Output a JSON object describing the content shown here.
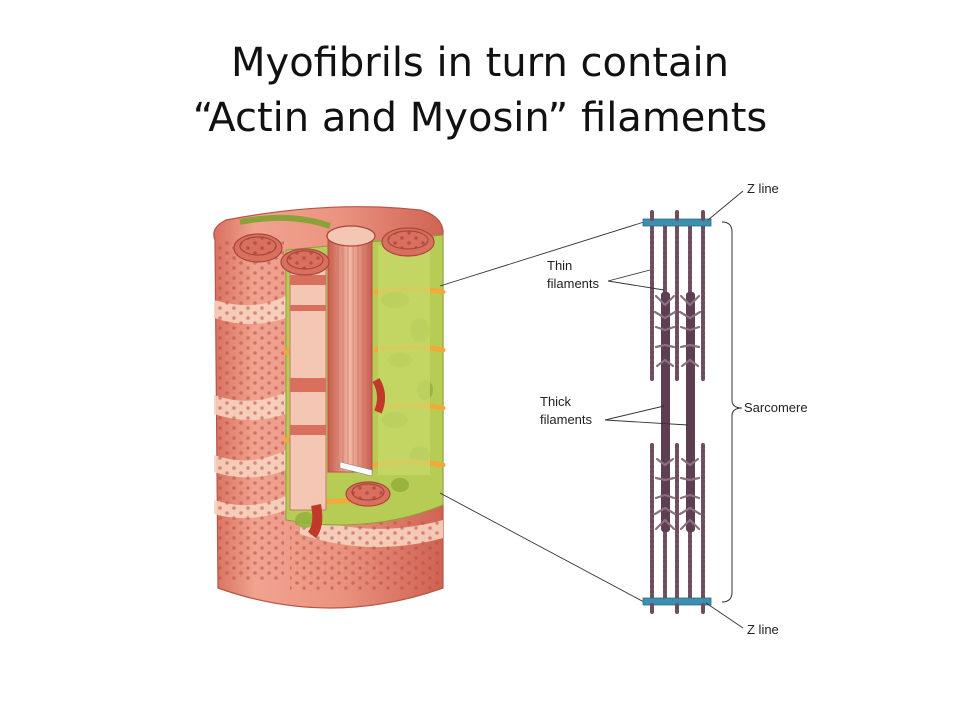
{
  "slide": {
    "title_line1": "Myofibrils in turn contain",
    "title_line2": "“Actin and Myosin” filaments"
  },
  "diagram": {
    "labels": {
      "z_line_top": "Z line",
      "thin_line1": "Thin",
      "thin_line2": "filaments",
      "thick_line1": "Thick",
      "thick_line2": "filaments",
      "sarcomere": "Sarcomere",
      "z_line_bottom": "Z line"
    },
    "colors": {
      "fiber_surface": "#e98f7e",
      "fiber_highlight": "#f7cdb8",
      "sarcoplasmic_reticulum": "#b6cc55",
      "t_tubule": "#f2a93a",
      "myofibril": "#d9705e",
      "z_disc": "#3d8fb0",
      "filament": "#6e4e5e",
      "leader_line": "#333333"
    }
  }
}
